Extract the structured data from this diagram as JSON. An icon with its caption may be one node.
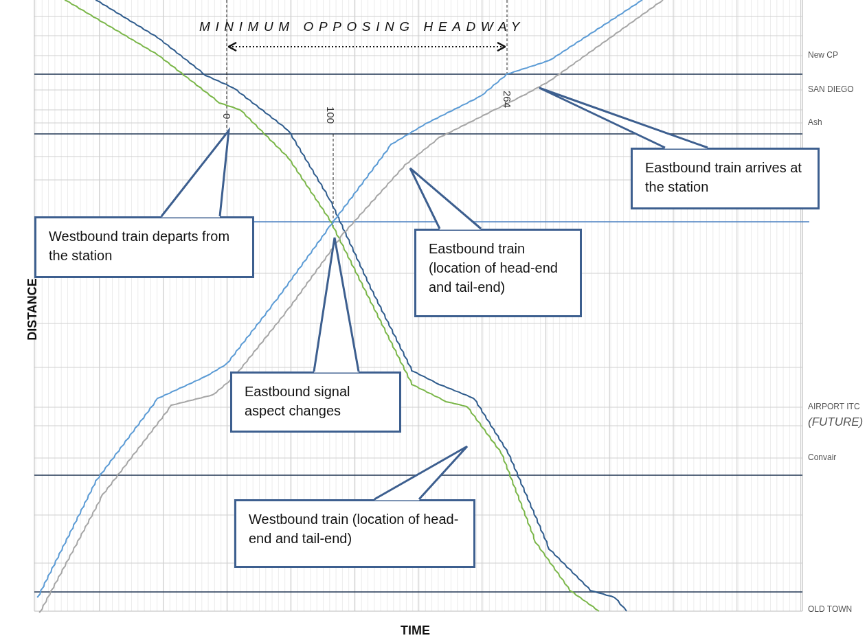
{
  "diagram": {
    "nodes": [
      {
        "text": [
          "Westbound train departs from the station"
        ]
      },
      {
        "text": [
          "Eastbound train arrives at the station"
        ]
      },
      {
        "text": [
          "Eastbound train (location of head-end and tail-end)"
        ]
      },
      {
        "text": [
          "Eastbound signal aspect changes"
        ]
      },
      {
        "text": [
          "Westbound train (location of head-end and tail-end)"
        ]
      }
    ],
    "edges": [
      {
        "from": 0,
        "to": null,
        "arrow": "none"
      },
      {
        "from": 1,
        "to": null,
        "arrow": "none"
      },
      {
        "from": 2,
        "to": null,
        "arrow": "none"
      },
      {
        "from": 3,
        "to": null,
        "arrow": "none"
      },
      {
        "from": 4,
        "to": null,
        "arrow": "none"
      }
    ],
    "labels": [
      "MINIMUM OPPOSING HEADWAY",
      "New CP",
      "SAN DIEGO",
      "264",
      "0",
      "100",
      "Ash",
      "AIRPORT ITC",
      "(FUTURE)",
      "Convair",
      "OLD TOWN",
      "DISTANCE",
      "TIME"
    ]
  }
}
